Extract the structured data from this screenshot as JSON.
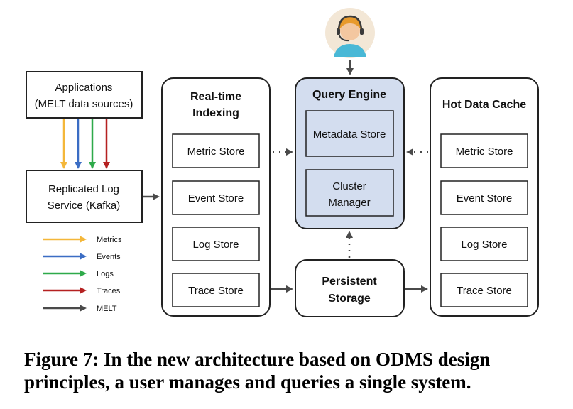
{
  "applications": {
    "line1": "Applications",
    "line2": "(MELT data sources)"
  },
  "replicated_log": {
    "line1": "Replicated Log",
    "line2": "Service (Kafka)"
  },
  "legend": [
    {
      "label": "Metrics",
      "color": "#f4b73a"
    },
    {
      "label": "Events",
      "color": "#3b6dc4"
    },
    {
      "label": "Logs",
      "color": "#2eaa4a"
    },
    {
      "label": "Traces",
      "color": "#b52121"
    },
    {
      "label": "MELT",
      "color": "#4a4a4a"
    }
  ],
  "indexing": {
    "title_line1": "Real-time",
    "title_line2": "Indexing",
    "stores": [
      "Metric Store",
      "Event Store",
      "Log Store",
      "Trace Store"
    ]
  },
  "query_engine": {
    "title": "Query Engine",
    "metadata": "Metadata Store",
    "cluster_line1": "Cluster",
    "cluster_line2": "Manager",
    "fill": "#d3ddef"
  },
  "hot_cache": {
    "title": "Hot Data Cache",
    "stores": [
      "Metric Store",
      "Event Store",
      "Log Store",
      "Trace Store"
    ]
  },
  "persistent": {
    "line1": "Persistent",
    "line2": "Storage"
  },
  "user_icon": "user-headset-icon",
  "caption": "Figure 7: In the new architecture based on ODMS design principles, a user manages and queries a single system."
}
